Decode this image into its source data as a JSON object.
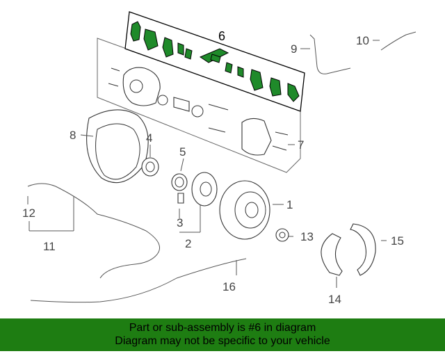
{
  "diagram": {
    "callouts": [
      "1",
      "2",
      "3",
      "4",
      "5",
      "6",
      "7",
      "8",
      "9",
      "10",
      "11",
      "12",
      "13",
      "14",
      "15",
      "16"
    ]
  },
  "banner": {
    "line1": "Part or sub-assembly is #6 in diagram",
    "line2": "Diagram may not be specific to your vehicle",
    "color": "#1e7d12"
  },
  "highlight_color": "#1f8a2a"
}
